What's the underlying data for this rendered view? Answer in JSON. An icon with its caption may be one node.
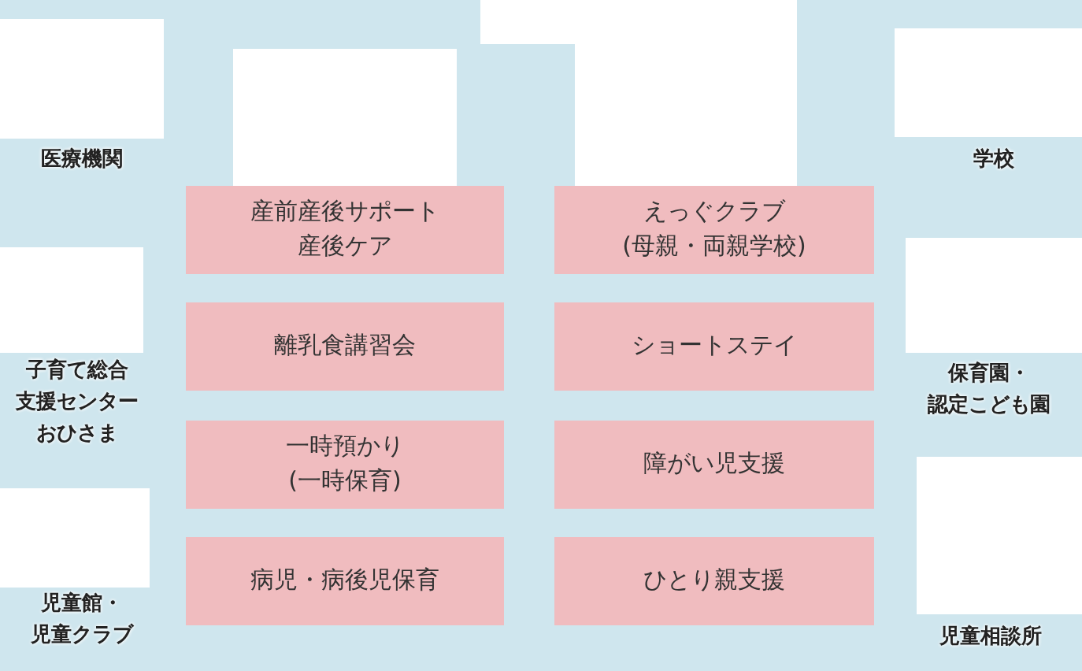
{
  "diagram": {
    "nodes": [
      {
        "text": [
          "産前産後サポート産後ケア"
        ]
      },
      {
        "text": [
          "えっぐクラブ(母親・両親学校)"
        ]
      },
      {
        "text": [
          "離乳食講習会"
        ]
      },
      {
        "text": [
          "ショートステイ"
        ]
      },
      {
        "text": [
          "一時預かり(一時保育)"
        ]
      },
      {
        "text": [
          "障がい児支援"
        ]
      },
      {
        "text": [
          "病児・病後児保育"
        ]
      },
      {
        "text": [
          "ひとり親支援"
        ]
      }
    ],
    "labels": [
      "医療機関",
      "学校",
      "子育て総合支援センターおひさま",
      "保育園・認定こども園",
      "児童館・児童クラブ",
      "児童相談所"
    ]
  }
}
